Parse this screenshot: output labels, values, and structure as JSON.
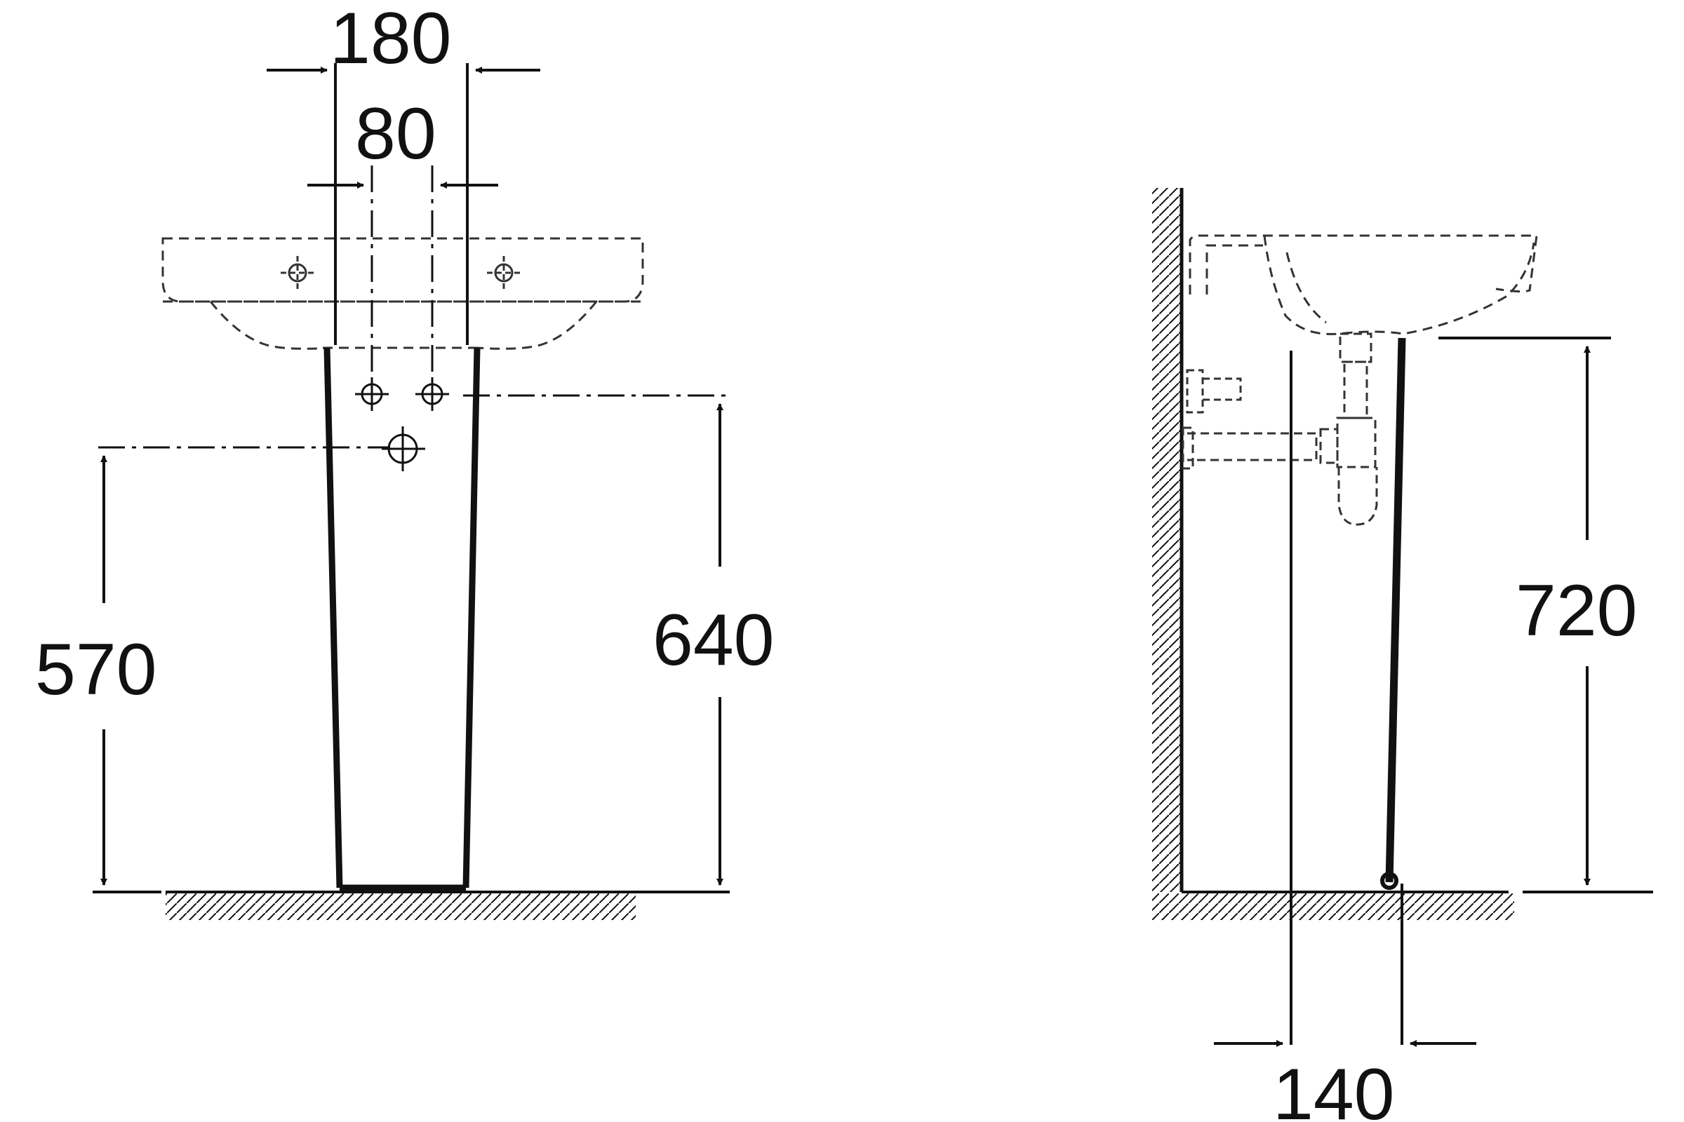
{
  "front_view": {
    "dimensions": {
      "outer_width": "180",
      "inner_width": "80",
      "waste_outlet_height": "570",
      "supply_height": "640"
    }
  },
  "side_view": {
    "dimensions": {
      "basin_height": "720",
      "pedestal_offset": "140"
    }
  },
  "colors": {
    "line": "#111111",
    "dashed": "#333333",
    "background": "#ffffff"
  }
}
